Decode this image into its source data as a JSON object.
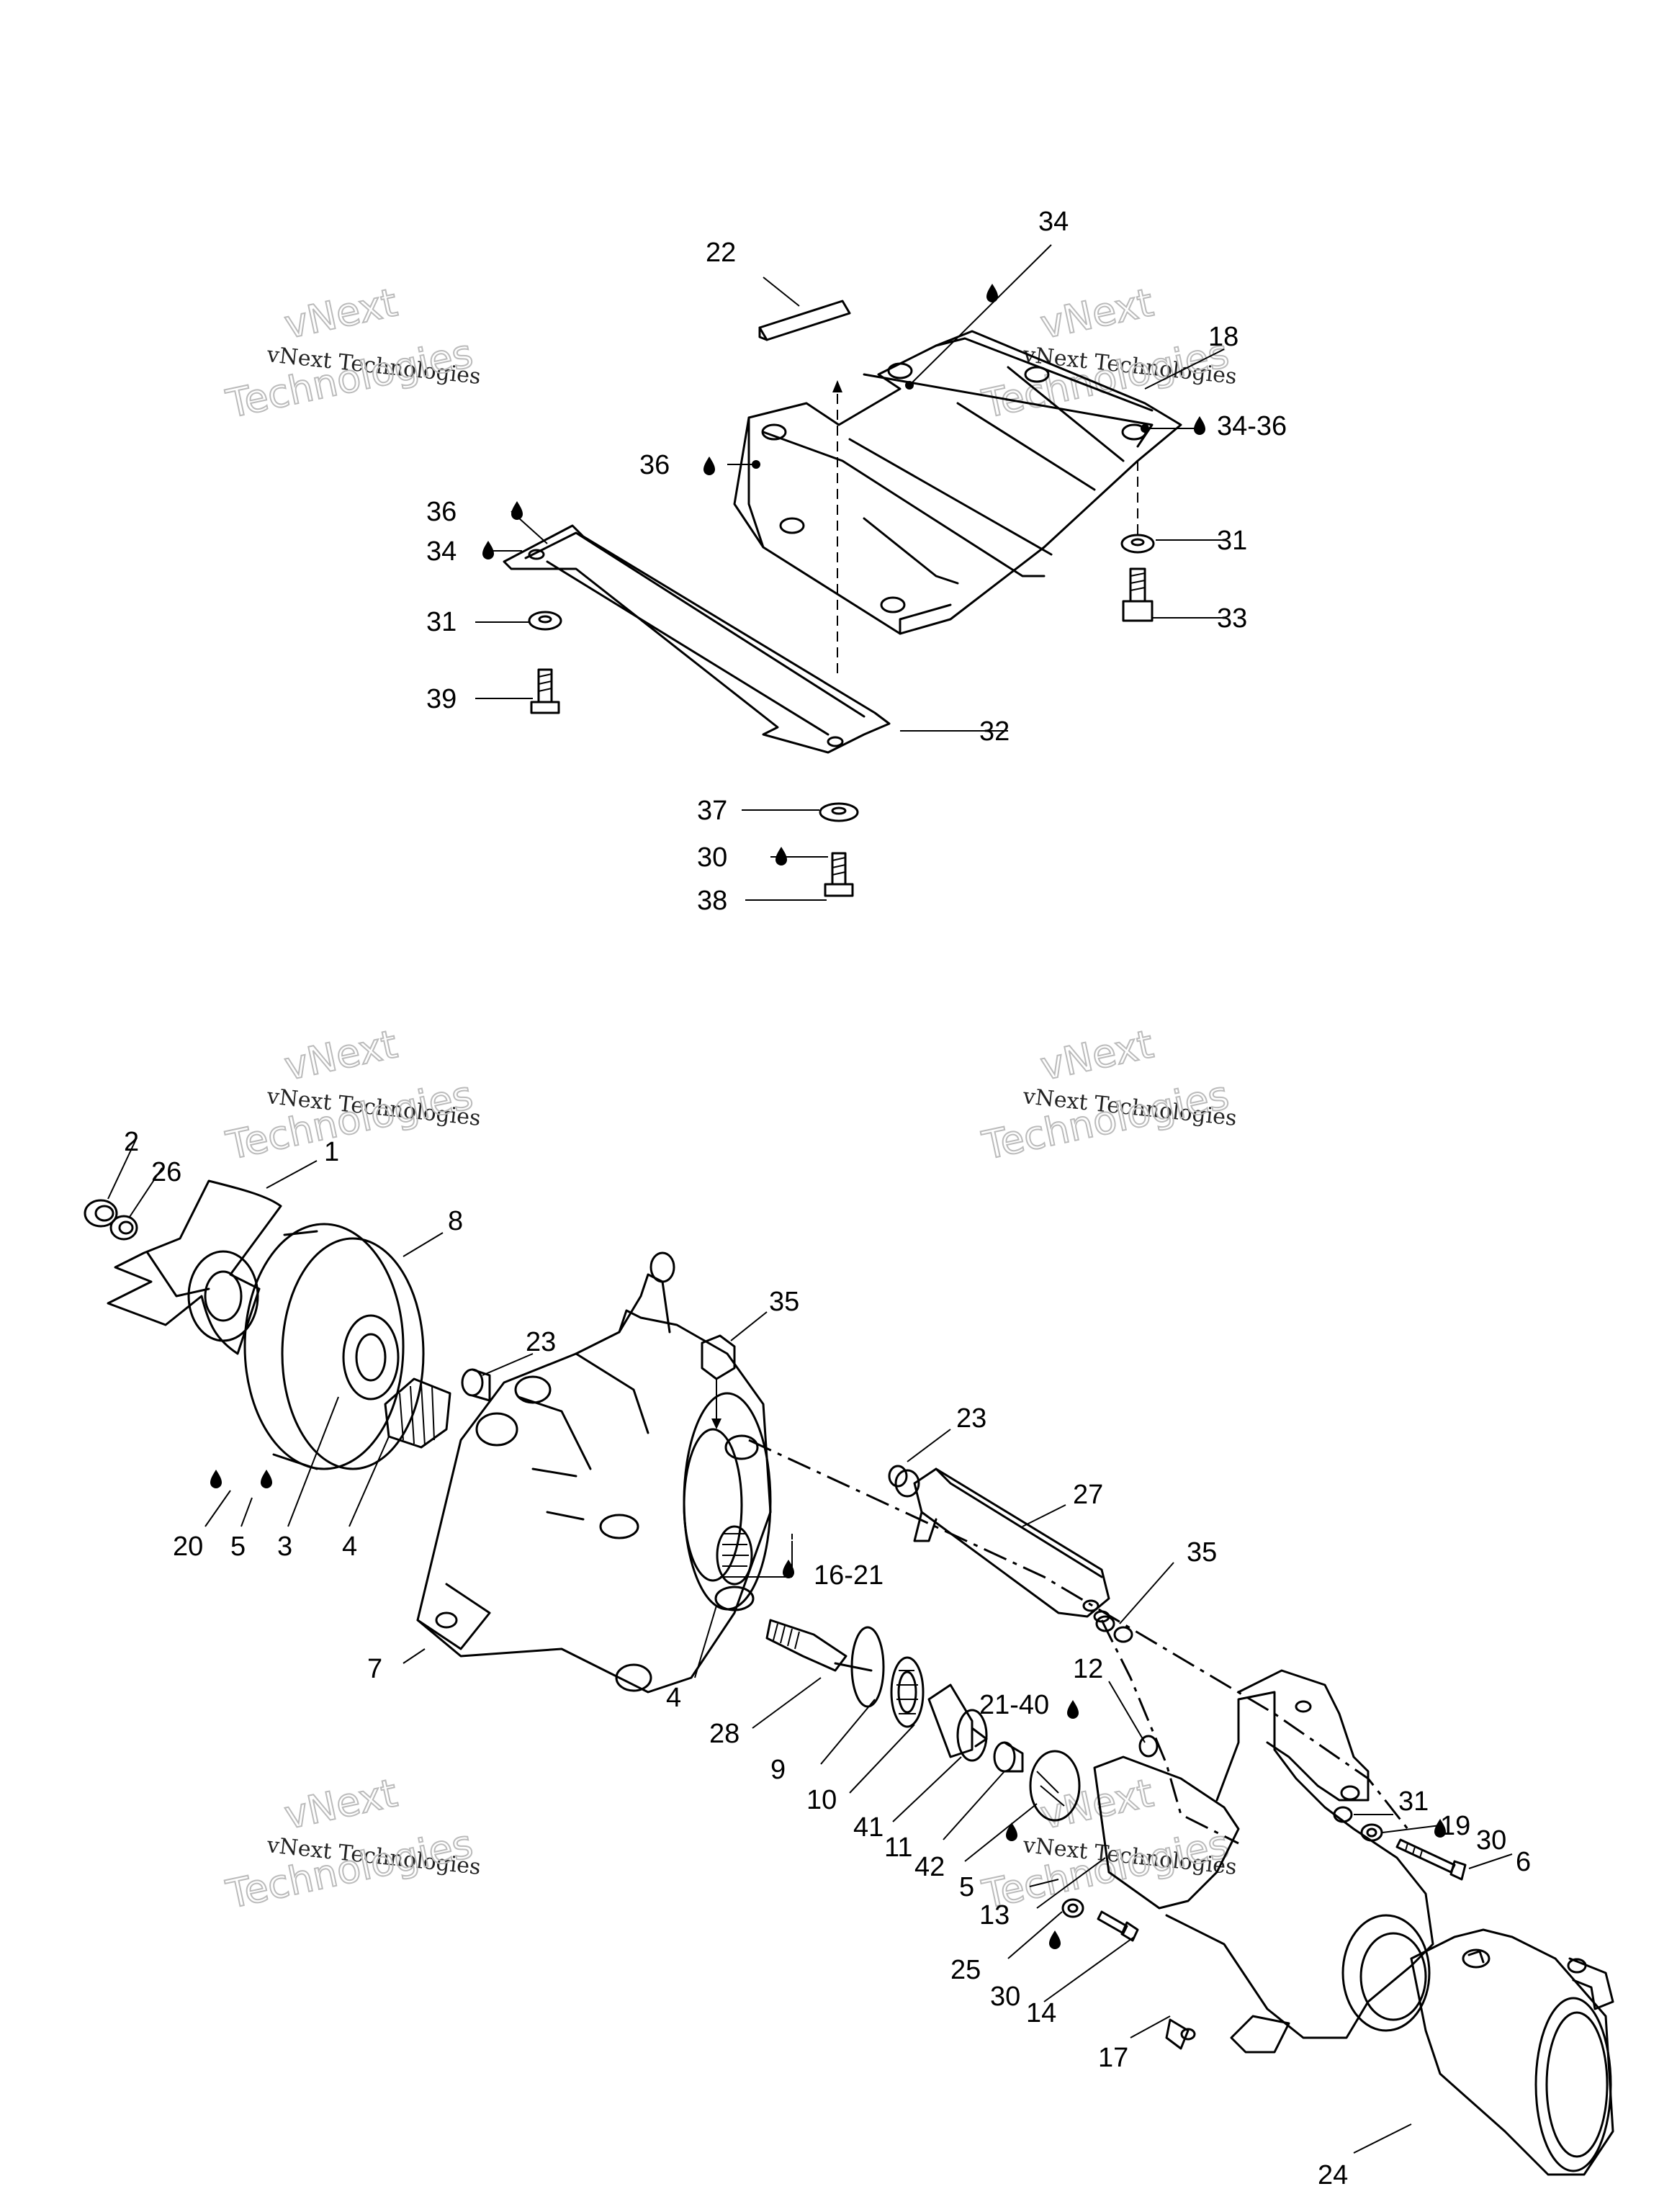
{
  "watermark": {
    "line1": "vNext",
    "line2": "vNext Technologies",
    "line3": "Technologies"
  },
  "labels": {
    "top": [
      "34",
      "22",
      "18",
      "34-36",
      "36",
      "36",
      "34",
      "31",
      "33",
      "31",
      "39",
      "32",
      "37",
      "30",
      "38"
    ],
    "bottom": [
      "2",
      "26",
      "1",
      "8",
      "35",
      "23",
      "23",
      "27",
      "35",
      "20",
      "5",
      "3",
      "4",
      "16-21",
      "7",
      "4",
      "28",
      "12",
      "21-40",
      "9",
      "10",
      "41",
      "11",
      "42",
      "5",
      "13",
      "31",
      "19",
      "30",
      "6",
      "25",
      "30",
      "14",
      "17",
      "24"
    ]
  }
}
